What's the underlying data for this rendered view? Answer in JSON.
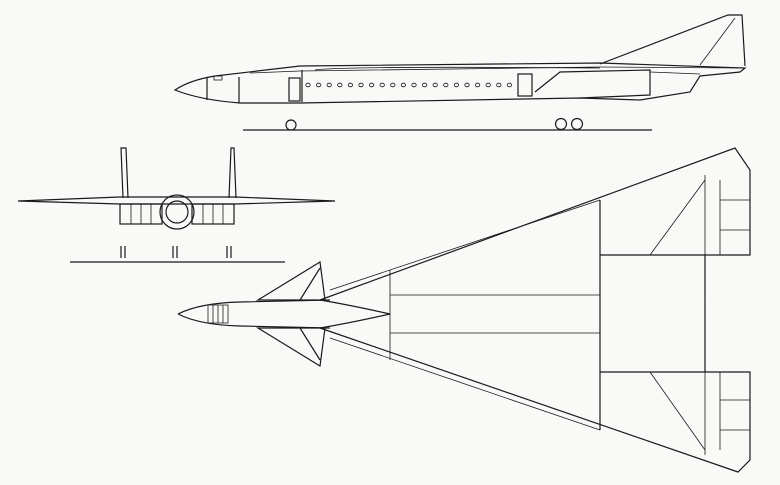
{
  "figure": {
    "views": [
      "side",
      "front",
      "top"
    ],
    "line_color": "#1a1a1a",
    "background": "#f9f9f8",
    "side_view": {
      "window_count": 20
    }
  }
}
